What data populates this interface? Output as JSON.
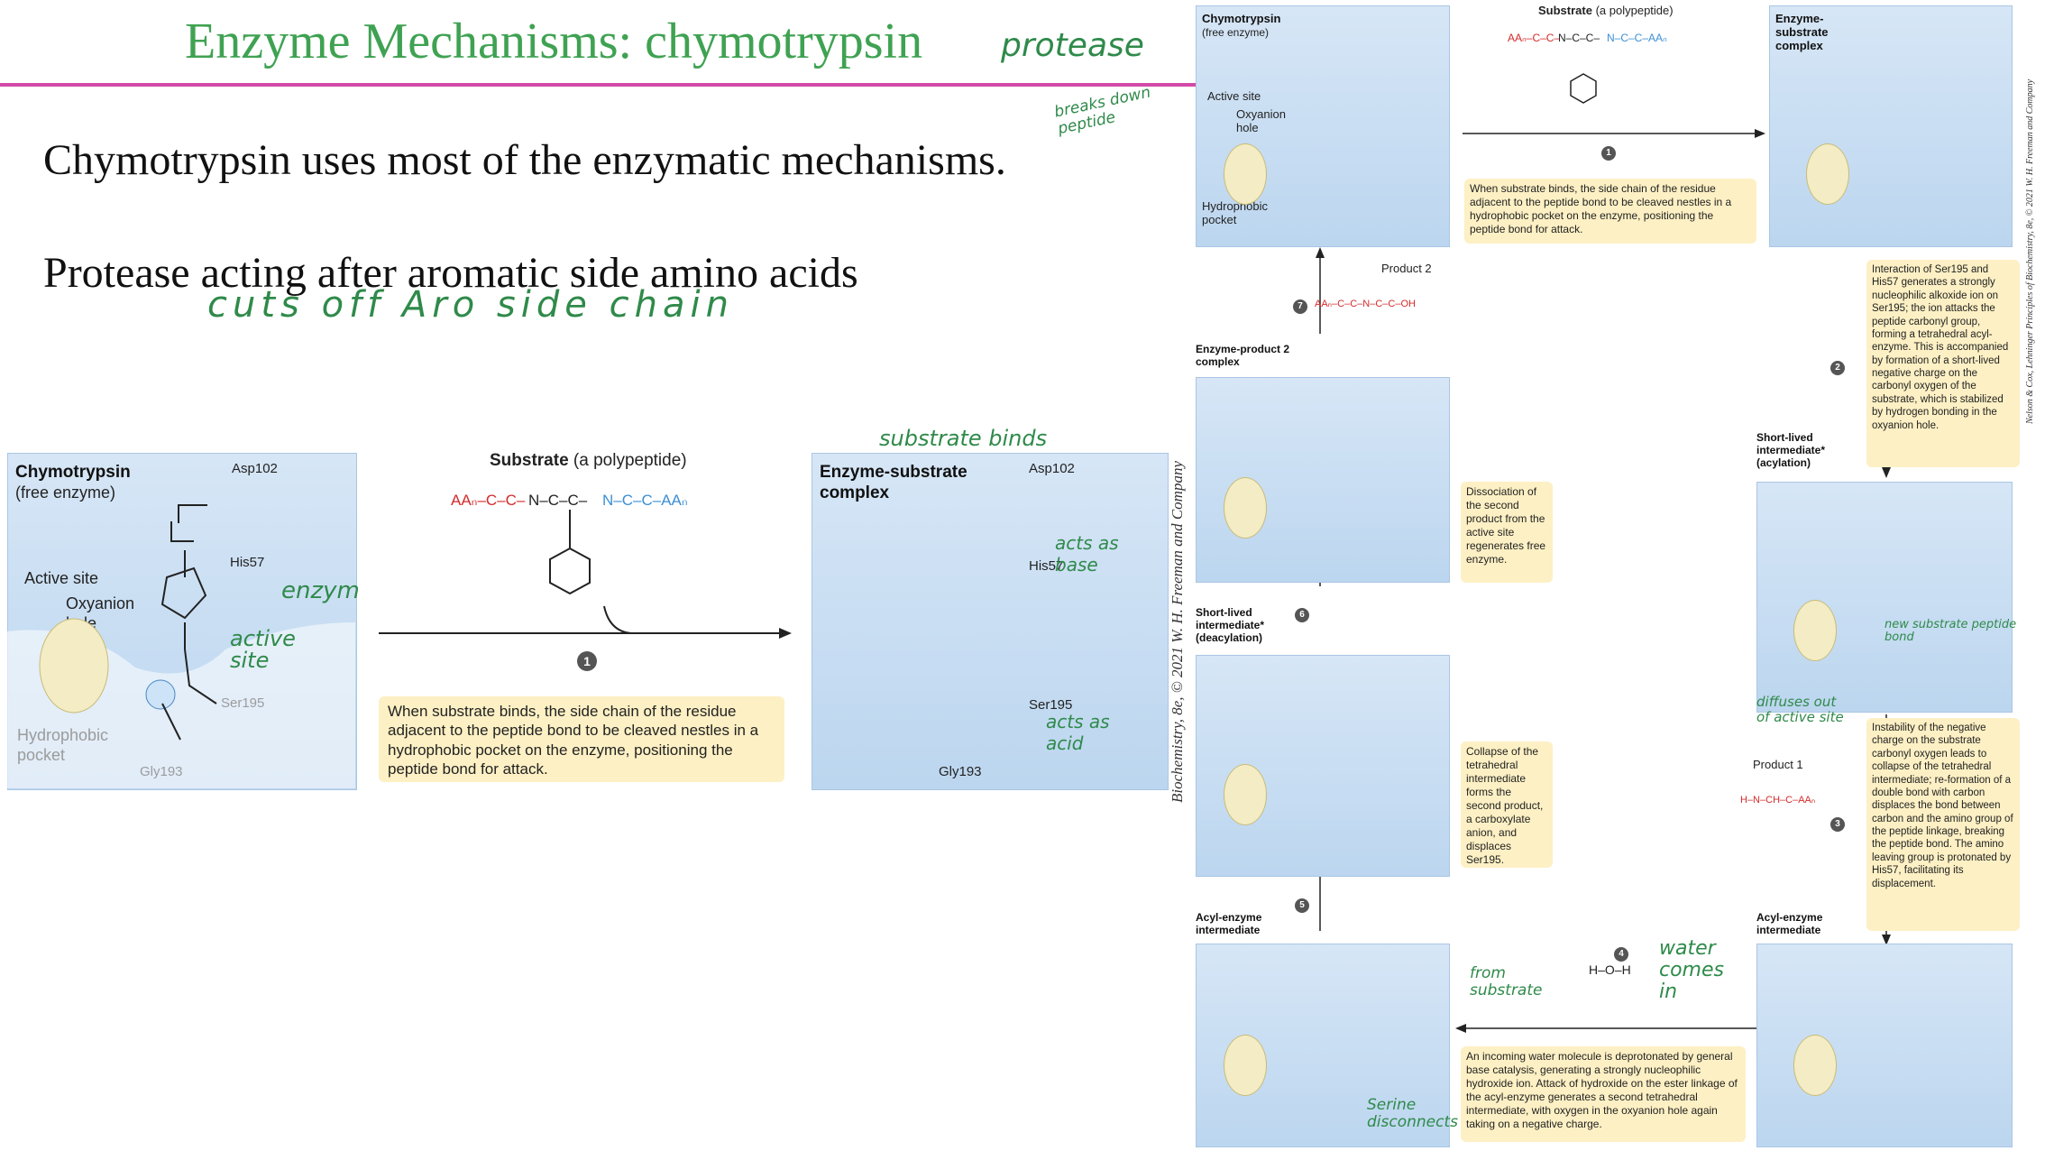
{
  "slide": {
    "title": "Enzyme Mechanisms: chymotrypsin",
    "bullet1": "Chymotrypsin uses most of the enzymatic mechanisms.",
    "bullet2": "Protease acting after aromatic side amino acids"
  },
  "handwriting": {
    "protease": "protease",
    "breaks_down": "breaks down peptide",
    "cuts_off": "cuts off Aro side chain",
    "enzym": "enzym",
    "active_site": "active site",
    "substrate_binds": "substrate binds",
    "acts_as_base": "acts as base",
    "acts_as_acid": "acts as acid",
    "new_bond": "new substrate peptide bond",
    "diffuses_out": "diffuses out of active site",
    "water_comes_in": "water comes in",
    "from_substrate": "from substrate",
    "serine_disconnects": "Serine disconnects"
  },
  "figure_left": {
    "free_enzyme_title": "Chymotrypsin",
    "free_enzyme_sub": "(free enzyme)",
    "asp": "Asp102",
    "his": "His57",
    "ser": "Ser195",
    "gly": "Gly193",
    "active_site": "Active site",
    "oxyanion_hole": "Oxyanion hole",
    "hydrophobic_pocket": "Hydrophobic pocket",
    "substrate_title": "Substrate",
    "substrate_sub": "(a polypeptide)",
    "es_title": "Enzyme-substrate complex",
    "step1": "1",
    "step1_text": "When substrate binds, the side chain of the residue adjacent to the peptide bond to be cleaved nestles in a hydrophobic pocket on the enzyme, positioning the peptide bond for attack."
  },
  "figure_right": {
    "credit": "Biochemistry, 8e, © 2021 W. H. Freeman and Company",
    "side_credit": "Nelson & Cox, Lehninger Principles of Biochemistry, 8e, © 2021 W. H. Freeman and Company",
    "product2": "Product 2",
    "product1": "Product 1",
    "ep2_title": "Enzyme-product 2 complex",
    "short_deacyl": "Short-lived intermediate* (deacylation)",
    "short_acyl": "Short-lived intermediate* (acylation)",
    "acyl_left": "Acyl-enzyme intermediate",
    "acyl_right": "Acyl-enzyme intermediate",
    "step2_text": "Interaction of Ser195 and His57 generates a strongly nucleophilic alkoxide ion on Ser195; the ion attacks the peptide carbonyl group, forming a tetrahedral acyl-enzyme. This is accompanied by formation of a short-lived negative charge on the carbonyl oxygen of the substrate, which is stabilized by hydrogen bonding in the oxyanion hole.",
    "step3_text": "Instability of the negative charge on the substrate carbonyl oxygen leads to collapse of the tetrahedral intermediate; re-formation of a double bond with carbon displaces the bond between carbon and the amino group of the peptide linkage, breaking the peptide bond. The amino leaving group is protonated by His57, facilitating its displacement.",
    "step4_text": "An incoming water molecule is deprotonated by general base catalysis, generating a strongly nucleophilic hydroxide ion. Attack of hydroxide on the ester linkage of the acyl-enzyme generates a second tetrahedral intermediate, with oxygen in the oxyanion hole again taking on a negative charge.",
    "step5_text": "Collapse of the tetrahedral intermediate forms the second product, a carboxylate anion, and displaces Ser195.",
    "step6_text": "Dissociation of the second product from the active site regenerates free enzyme.",
    "steps": [
      "1",
      "2",
      "3",
      "4",
      "5",
      "6",
      "7"
    ]
  }
}
